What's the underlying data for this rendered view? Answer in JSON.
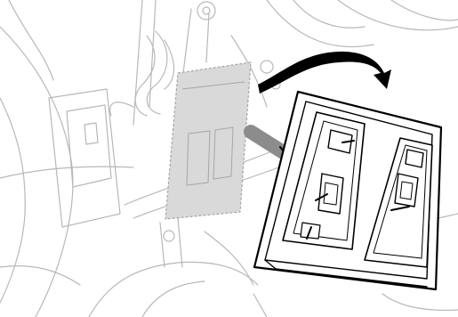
{
  "figure": {
    "kind": "technical line illustration",
    "callout_arrow_direction": "right",
    "colors": {
      "background": "#ffffff",
      "context_lines": "#b8b8b8",
      "ghost_module_fill": "#d9d9d9",
      "ghost_module_edge": "#a6a6a6",
      "highlight_lines": "#000000",
      "harness_gray": "#8c8c8c"
    },
    "elements": [
      "vehicle-structure-background",
      "ghost-module-original-position",
      "wiring-harness",
      "relocation-arrow",
      "relocated-module",
      "module-connector-left",
      "module-connector-right"
    ]
  }
}
